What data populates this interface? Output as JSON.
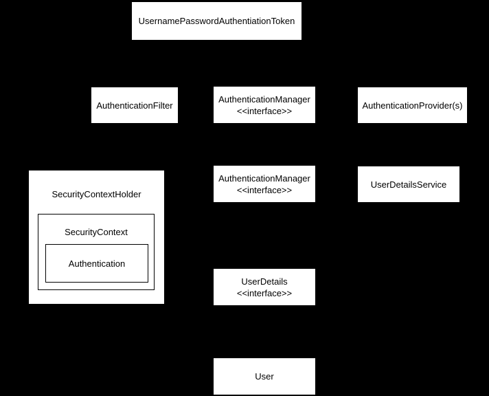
{
  "diagram": {
    "colors": {
      "background": "#000000",
      "node_fill": "#ffffff",
      "node_border": "#000000",
      "text": "#000000"
    },
    "nodes": {
      "token": {
        "label": "UsernamePasswordAuthentiationToken"
      },
      "auth_filter": {
        "label": "AuthenticationFilter"
      },
      "auth_manager_top": {
        "label": "AuthenticationManager",
        "stereotype": "<<interface>>"
      },
      "auth_providers": {
        "label": "AuthenticationProvider(s)"
      },
      "auth_manager_middle": {
        "label": "AuthenticationManager",
        "stereotype": "<<interface>>"
      },
      "user_details_service": {
        "label": "UserDetailsService"
      },
      "security_context_holder": {
        "label": "SecurityContextHolder"
      },
      "security_context": {
        "label": "SecurityContext"
      },
      "authentication": {
        "label": "Authentication"
      },
      "user_details": {
        "label": "UserDetails",
        "stereotype": "<<interface>>"
      },
      "user": {
        "label": "User"
      }
    }
  }
}
